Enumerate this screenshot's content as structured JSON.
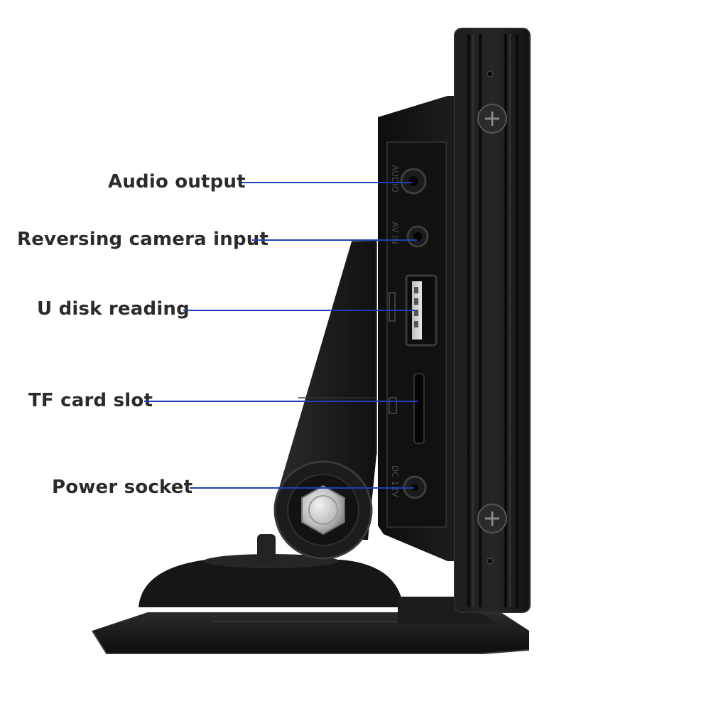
{
  "callouts": [
    {
      "key": "audio",
      "label": "Audio output"
    },
    {
      "key": "av",
      "label": "Reversing camera input"
    },
    {
      "key": "usb",
      "label": "U disk reading"
    },
    {
      "key": "tf",
      "label": "TF card slot"
    },
    {
      "key": "dc",
      "label": "Power socket"
    }
  ],
  "port_markings": {
    "audio": "AUDIO",
    "av": "AV IN",
    "dc": "DC 12V"
  },
  "colors": {
    "leader_line": "#1f3fb5",
    "label_text": "#2b2b2b",
    "device_body": "#1a1a1a"
  }
}
